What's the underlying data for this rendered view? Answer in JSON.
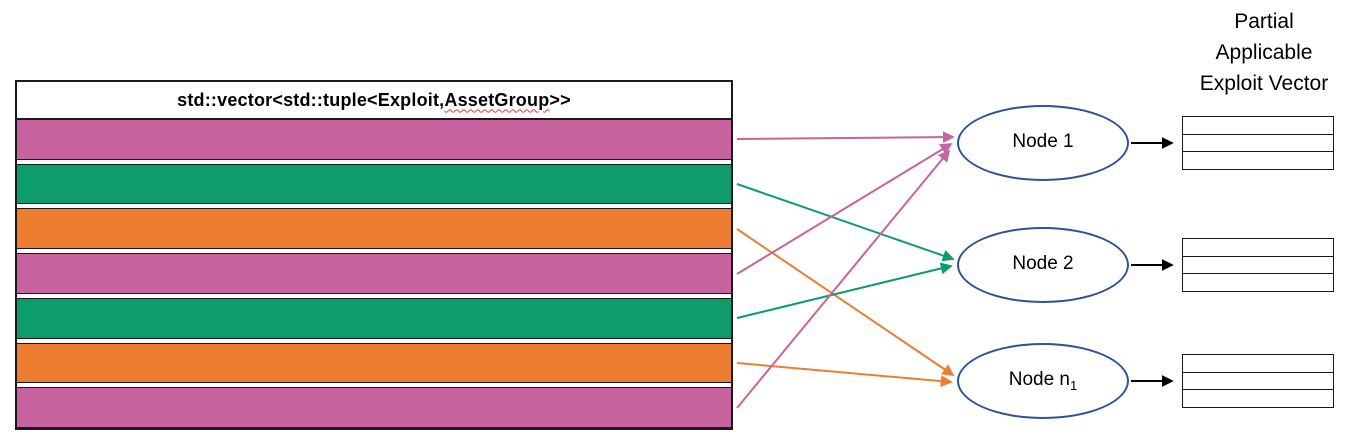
{
  "diagram": {
    "title": {
      "prefix": "std::vector<std::tuple<Exploit, ",
      "underlined_word": "AssetGroup",
      "suffix": ">>"
    },
    "vector_rows": [
      {
        "color": "pink"
      },
      {
        "color": "green"
      },
      {
        "color": "orange"
      },
      {
        "color": "pink"
      },
      {
        "color": "green"
      },
      {
        "color": "orange"
      },
      {
        "color": "pink"
      }
    ],
    "nodes": [
      {
        "label": "Node 1",
        "subscript": ""
      },
      {
        "label": "Node 2",
        "subscript": ""
      },
      {
        "label": "Node n",
        "subscript": "1"
      }
    ],
    "output_label": {
      "line1": "Partial",
      "line2": "Applicable",
      "line3": "Exploit Vector"
    },
    "output_tables": {
      "count": 3,
      "rows_per_table": 3
    },
    "mappings": [
      {
        "from_row": 0,
        "to_node": 0,
        "color": "pink"
      },
      {
        "from_row": 1,
        "to_node": 1,
        "color": "green"
      },
      {
        "from_row": 2,
        "to_node": 2,
        "color": "orange"
      },
      {
        "from_row": 3,
        "to_node": 0,
        "color": "pink"
      },
      {
        "from_row": 4,
        "to_node": 1,
        "color": "green"
      },
      {
        "from_row": 5,
        "to_node": 2,
        "color": "orange"
      },
      {
        "from_row": 6,
        "to_node": 0,
        "color": "pink"
      }
    ],
    "colors": {
      "pink": "#C7639F",
      "green": "#0E9C6B",
      "orange": "#ED7D31",
      "node_border": "#2E5395",
      "misspell_underline": "#E03C31",
      "arrow_output": "#000000"
    }
  }
}
